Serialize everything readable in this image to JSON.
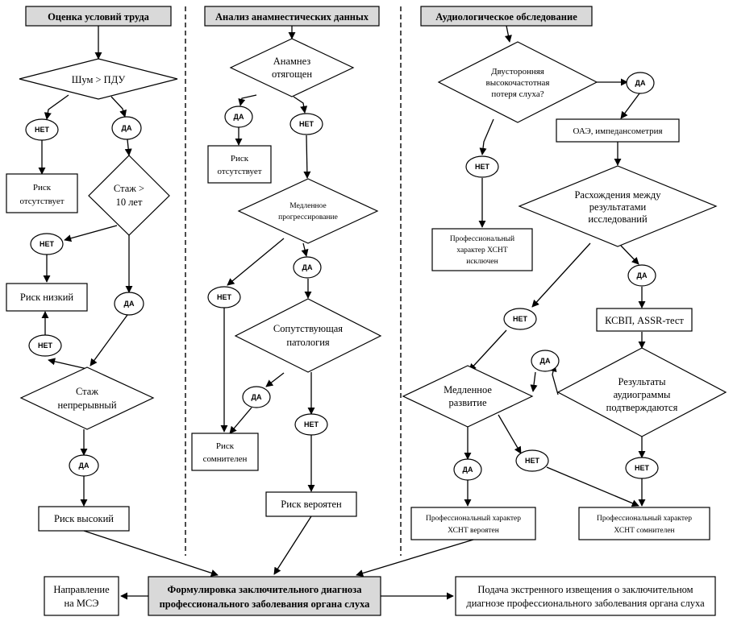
{
  "headers": {
    "col1": "Оценка условий труда",
    "col2": "Анализ анамнестических данных",
    "col3": "Аудиологическое обследование"
  },
  "col1": {
    "d_noise": "Шум > ПДУ",
    "o_net1": "НЕТ",
    "o_da1": "ДА",
    "r_none_l1": "Риск",
    "r_none_l2": "отсутствует",
    "d_stage_l1": "Стаж >",
    "d_stage_l2": "10 лет",
    "o_net2": "НЕТ",
    "r_low": "Риск низкий",
    "o_da2": "ДА",
    "o_net3": "НЕТ",
    "d_cont_l1": "Стаж",
    "d_cont_l2": "непрерывный",
    "o_da3": "ДА",
    "r_high": "Риск высокий"
  },
  "col2": {
    "d_anam_l1": "Анамнез",
    "d_anam_l2": "отягощен",
    "o_da1": "ДА",
    "o_net1": "НЕТ",
    "r_none_l1": "Риск",
    "r_none_l2": "отсутствует",
    "d_slow_l1": "Медленное",
    "d_slow_l2": "прогрессирование",
    "o_da2": "ДА",
    "o_net2": "НЕТ",
    "d_conc_l1": "Сопутствующая",
    "d_conc_l2": "патология",
    "o_da3": "ДА",
    "o_net3": "НЕТ",
    "r_doubt_l1": "Риск",
    "r_doubt_l2": "сомнителен",
    "r_prob": "Риск вероятен"
  },
  "col3": {
    "d_bilat_l1": "Двусторонняя",
    "d_bilat_l2": "высокочастотная",
    "d_bilat_l3": "потеря слуха?",
    "o_da1": "ДА",
    "b_oae": "ОАЭ, импедансометрия",
    "o_net1": "НЕТ",
    "r_excl_l1": "Профессиональный",
    "r_excl_l2": "характер ХСНТ",
    "r_excl_l3": "исключен",
    "d_disc_l1": "Расхождения между",
    "d_disc_l2": "результатами",
    "d_disc_l3": "исследований",
    "o_da2": "ДА",
    "o_net2": "НЕТ",
    "b_ksvp": "КСВП, ASSR-тест",
    "o_da3": "ДА",
    "d_slowdev_l1": "Медленное",
    "d_slowdev_l2": "развитие",
    "d_audio_l1": "Результаты",
    "d_audio_l2": "аудиограммы",
    "d_audio_l3": "подтверждаются",
    "o_da4": "ДА",
    "o_net3": "НЕТ",
    "o_net4": "НЕТ",
    "r_likely_l1": "Профессиональный характер",
    "r_likely_l2": "ХСНТ вероятен",
    "r_doubt_l1": "Профессиональный характер",
    "r_doubt_l2": "ХСНТ сомнителен"
  },
  "bottom": {
    "mse_l1": "Направление",
    "mse_l2": "на МСЭ",
    "final_l1": "Формулировка заключительного диагноза",
    "final_l2": "профессионального заболевания органа слуха",
    "notice_l1": "Подача экстренного извещения о заключительном",
    "notice_l2": "диагнозе профессионального заболевания органа слуха"
  }
}
